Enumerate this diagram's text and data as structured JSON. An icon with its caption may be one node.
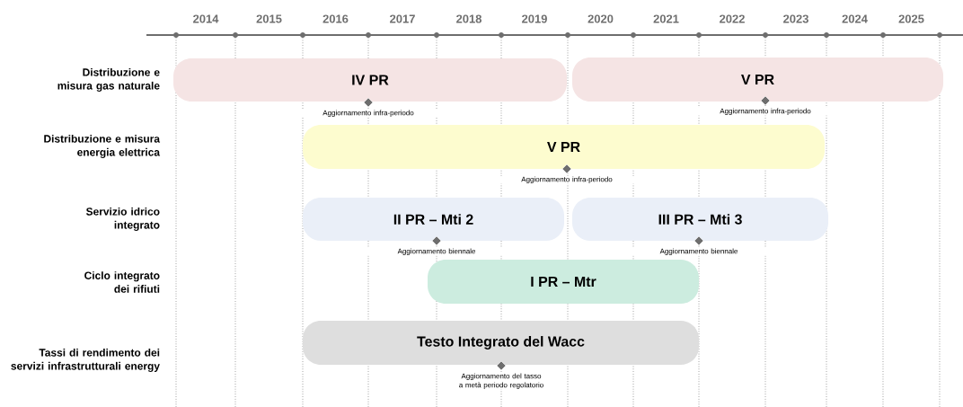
{
  "diagram": {
    "nodes": [
      {
        "text": [
          "IV PR"
        ]
      },
      {
        "text": [
          "V PR"
        ]
      },
      {
        "text": [],
        "shape": "diamond",
        "beside": [
          "Aggiornamento infra-periodo"
        ]
      },
      {
        "text": [],
        "shape": "diamond",
        "beside": [
          "Aggiornamento infra-periodo"
        ]
      },
      {
        "text": [
          "V PR"
        ]
      },
      {
        "text": [],
        "shape": "diamond",
        "beside": [
          "Aggiornamento infra-periodo"
        ]
      },
      {
        "text": [
          "II PR – Mti 2"
        ]
      },
      {
        "text": [
          "III PR – Mti 3"
        ]
      },
      {
        "text": [],
        "shape": "diamond",
        "beside": [
          "Aggiornamento biennale"
        ]
      },
      {
        "text": [],
        "shape": "diamond",
        "beside": [
          "Aggiornamento biennale"
        ]
      },
      {
        "text": [
          "I PR – Mtr"
        ]
      },
      {
        "text": [
          "Testo Integrato del Wacc"
        ]
      },
      {
        "text": [],
        "shape": "diamond",
        "beside": [
          "Aggiornamento del tasso a metà periodo regolatorio"
        ]
      }
    ],
    "labels": [
      "2014",
      "2015",
      "2016",
      "2017",
      "2018",
      "2019",
      "2020",
      "2021",
      "2022",
      "2023",
      "2024",
      "2025",
      "Distribuzione e misura gas naturale",
      "Distribuzione e misura energia elettrica",
      "Servizio idrico integrato",
      "Ciclo integrato dei rifiuti",
      "Tassi di rendimento dei servizi infrastrutturali energy"
    ]
  }
}
